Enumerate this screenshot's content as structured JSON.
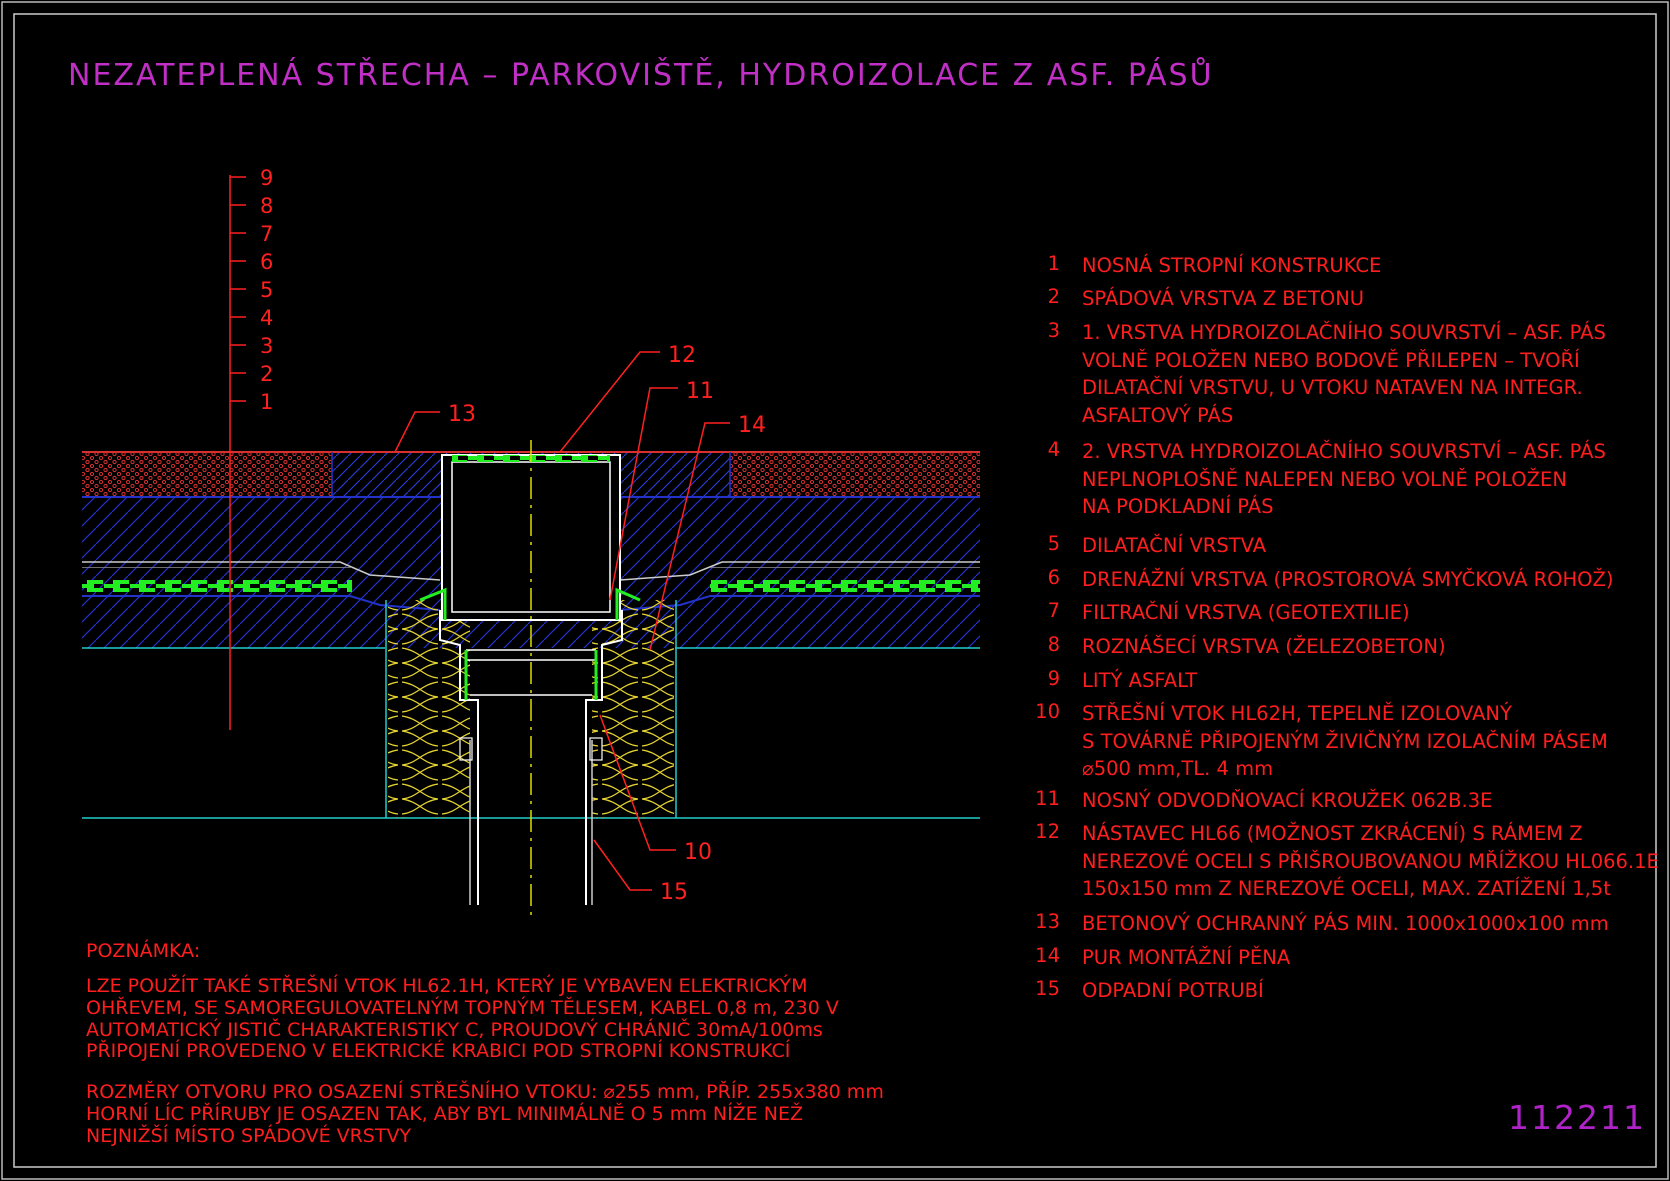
{
  "title": "NEZATEPLENÁ STŘECHA – PARKOVIŠTĚ, HYDROIZOLACE Z ASF. PÁSŮ",
  "drawing_number": "112211",
  "colors": {
    "background": "#000000",
    "title": "#c12fc6",
    "text": "#ff1e1e",
    "hatch_blue": "#2233cc",
    "insulation": "#e6d432",
    "drainage_green": "#22ee22",
    "pipe_outline": "#ffffff",
    "axis": "#dddd00",
    "cyan_line": "#22cccc"
  },
  "layer_scale": [
    "9",
    "8",
    "7",
    "6",
    "5",
    "4",
    "3",
    "2",
    "1"
  ],
  "callouts": [
    {
      "label": "12"
    },
    {
      "label": "11"
    },
    {
      "label": "14"
    },
    {
      "label": "13"
    },
    {
      "label": "10"
    },
    {
      "label": "15"
    }
  ],
  "legend": [
    {
      "num": "1",
      "lines": [
        "NOSNÁ STROPNÍ KONSTRUKCE"
      ]
    },
    {
      "num": "2",
      "lines": [
        "SPÁDOVÁ VRSTVA Z BETONU"
      ]
    },
    {
      "num": "3",
      "lines": [
        "1. VRSTVA HYDROIZOLAČNÍHO SOUVRSTVÍ – ASF. PÁS",
        "VOLNĚ POLOŽEN NEBO BODOVĚ PŘILEPEN – TVOŘÍ",
        "DILATAČNÍ VRSTVU, U VTOKU NATAVEN NA INTEGR.",
        "ASFALTOVÝ PÁS"
      ]
    },
    {
      "num": "4",
      "lines": [
        "2. VRSTVA HYDROIZOLAČNÍHO SOUVRSTVÍ – ASF. PÁS",
        "NEPLNOPLOŠNĚ NALEPEN NEBO VOLNĚ POLOŽEN",
        "NA PODKLADNÍ PÁS"
      ]
    },
    {
      "num": "5",
      "lines": [
        "DILATAČNÍ VRSTVA"
      ]
    },
    {
      "num": "6",
      "lines": [
        "DRENÁŽNÍ VRSTVA (PROSTOROVÁ SMYČKOVÁ ROHOŽ)"
      ]
    },
    {
      "num": "7",
      "lines": [
        "FILTRAČNÍ VRSTVA (GEOTEXTILIE)"
      ]
    },
    {
      "num": "8",
      "lines": [
        "ROZNÁŠECÍ VRSTVA (ŽELEZOBETON)"
      ]
    },
    {
      "num": "9",
      "lines": [
        "LITÝ ASFALT"
      ]
    },
    {
      "num": "10",
      "lines": [
        "STŘEŠNÍ VTOK HL62H, TEPELNĚ IZOLOVANÝ",
        "S TOVÁRNĚ PŘIPOJENÝM ŽIVIČNÝM IZOLAČNÍM PÁSEM",
        "⌀500 mm,TL. 4 mm"
      ]
    },
    {
      "num": "11",
      "lines": [
        "NOSNÝ ODVODŇOVACÍ KROUŽEK 062B.3E"
      ]
    },
    {
      "num": "12",
      "lines": [
        "NÁSTAVEC HL66 (MOŽNOST ZKRÁCENÍ) S RÁMEM Z",
        "NEREZOVÉ OCELI S PŘIŠROUBOVANOU MŘÍŽKOU HL066.1E",
        "150x150 mm Z NEREZOVÉ OCELI, MAX. ZATÍŽENÍ 1,5t"
      ]
    },
    {
      "num": "13",
      "lines": [
        "BETONOVÝ OCHRANNÝ PÁS MIN. 1000x1000x100 mm"
      ]
    },
    {
      "num": "14",
      "lines": [
        "PUR MONTÁŽNÍ PĚNA"
      ]
    },
    {
      "num": "15",
      "lines": [
        "ODPADNÍ POTRUBÍ"
      ]
    }
  ],
  "note": {
    "heading": "POZNÁMKA:",
    "paragraph1": [
      "LZE POUŽÍT TAKÉ STŘEŠNÍ VTOK HL62.1H, KTERÝ JE VYBAVEN ELEKTRICKÝM",
      "OHŘEVEM, SE SAMOREGULOVATELNÝM TOPNÝM TĚLESEM, KABEL 0,8 m, 230 V",
      "AUTOMATICKÝ JISTIČ CHARAKTERISTIKY C, PROUDOVÝ CHRÁNIČ 30mA/100ms",
      "PŘIPOJENÍ PROVEDENO V ELEKTRICKÉ KRABICI POD STROPNÍ KONSTRUKCÍ"
    ],
    "paragraph2": [
      "ROZMĚRY OTVORU PRO OSAZENÍ STŘEŠNÍHO VTOKU: ⌀255 mm, PŘÍP. 255x380 mm",
      "HORNÍ LÍC PŘÍRUBY JE OSAZEN TAK, ABY BYL MINIMÁLNĚ O 5 mm NÍŽE NEŽ",
      "NEJNIŽŠÍ MÍSTO SPÁDOVÉ VRSTVY"
    ]
  }
}
